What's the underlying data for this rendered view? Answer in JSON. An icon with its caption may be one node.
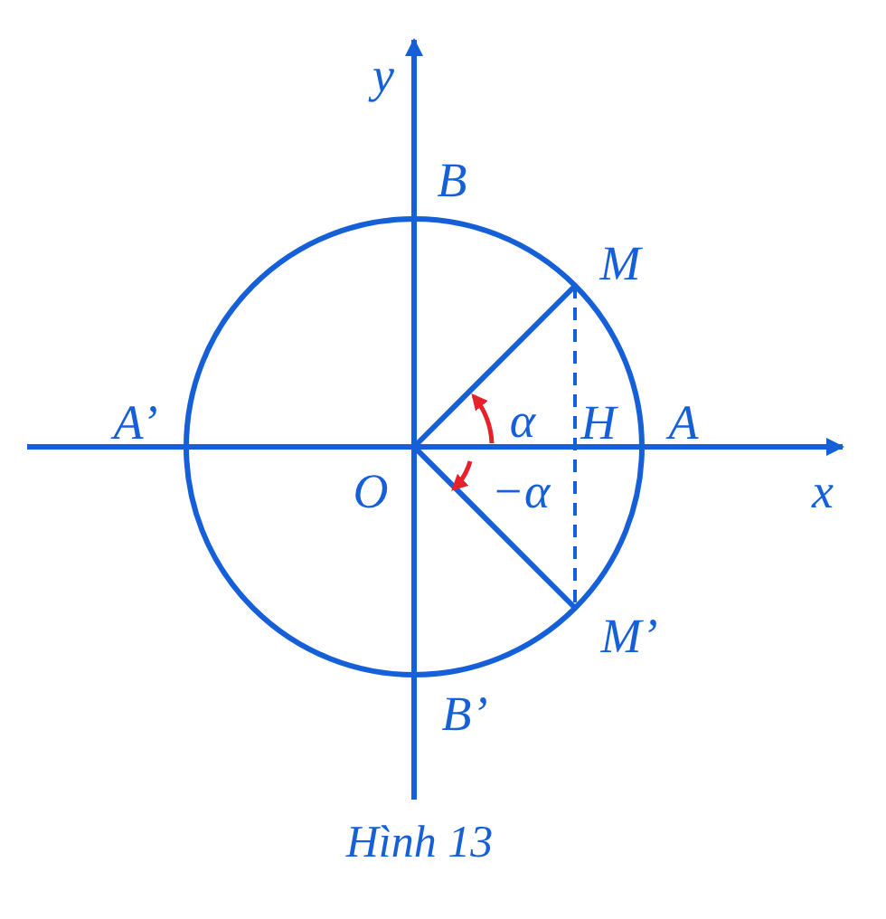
{
  "diagram": {
    "caption": "Hình 13",
    "labels": [
      "y",
      "B",
      "M",
      "A’",
      "α",
      "H",
      "A",
      "x",
      "O",
      "−α",
      "M’",
      "B’"
    ]
  }
}
